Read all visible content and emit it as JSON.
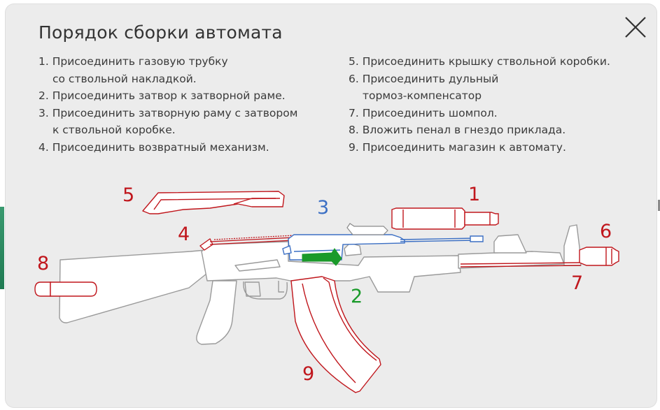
{
  "title": "Порядок сборки автомата",
  "steps_left": [
    {
      "line1": "1. Присоединить газовую трубку",
      "line2": "со ствольной накладкой."
    },
    {
      "line1": "2. Присоединить затвор к затворной раме.",
      "line2": ""
    },
    {
      "line1": "3. Присоединить затворную раму с затвором",
      "line2": "к ствольной коробке."
    },
    {
      "line1": "4. Присоединить возвратный механизм.",
      "line2": ""
    }
  ],
  "steps_right": [
    {
      "line1": "5. Присоединить крышку ствольной коробки.",
      "line2": ""
    },
    {
      "line1": "6. Присоединить дульный",
      "line2": "тормоз-компенсатор"
    },
    {
      "line1": "7. Присоединить шомпол.",
      "line2": ""
    },
    {
      "line1": "8. Вложить пенал в гнездо приклада.",
      "line2": ""
    },
    {
      "line1": "9. Присоединить магазин к автомату.",
      "line2": ""
    }
  ],
  "labels": {
    "n1": "1",
    "n2": "2",
    "n3": "3",
    "n4": "4",
    "n5": "5",
    "n6": "6",
    "n7": "7",
    "n8": "8",
    "n9": "9"
  },
  "colors": {
    "red": "#c0161c",
    "blue": "#3b6fc4",
    "green": "#1a9a2a",
    "outline": "#9a9a9a",
    "fill": "#ffffff",
    "panel": "#ececec"
  },
  "icons": {
    "close": "close-x-icon"
  }
}
